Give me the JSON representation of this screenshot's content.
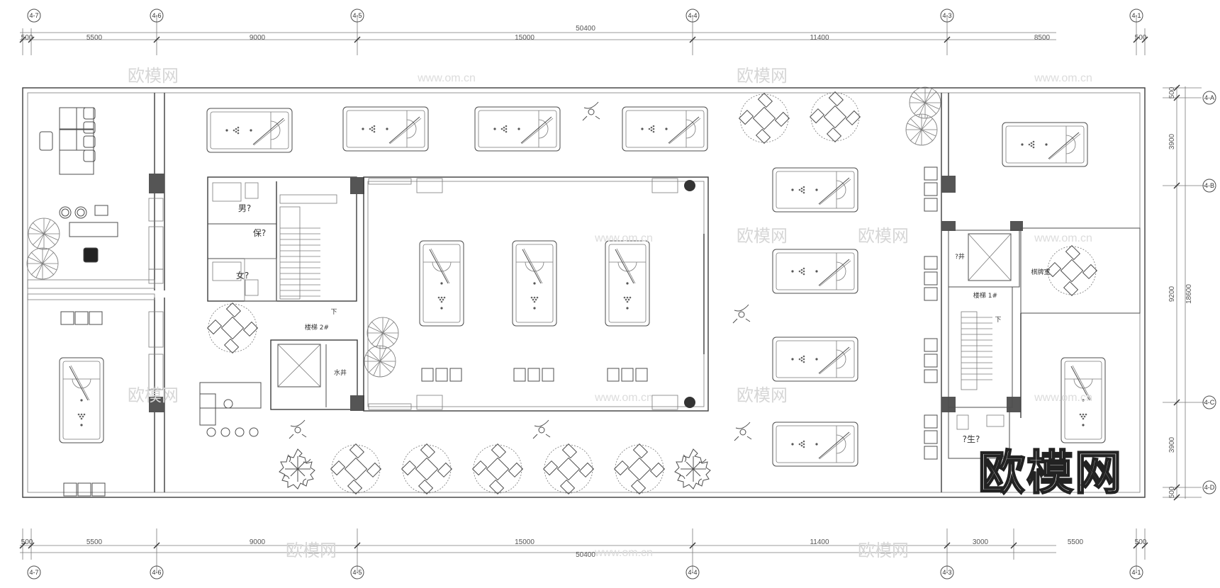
{
  "plan": {
    "top_dims": [
      "500",
      "5500",
      "9000",
      "15000",
      "11400",
      "8500",
      "500"
    ],
    "top_total": "50400",
    "bottom_dims": [
      "500",
      "5500",
      "9000",
      "15000",
      "11400",
      "3000",
      "5500",
      "500"
    ],
    "bottom_total": "50400",
    "right_dims": [
      "500",
      "3900",
      "9200",
      "3900",
      "500"
    ],
    "right_total": "18600",
    "axes_top": [
      "4-7",
      "4-6",
      "4-5",
      "4-4",
      "4-3",
      "4-1"
    ],
    "axes_bottom": [
      "4-7",
      "4-6",
      "4-5",
      "4-4",
      "4-3",
      "4-1"
    ],
    "axes_right": [
      "4-A",
      "4-B",
      "4-C",
      "4-D"
    ],
    "rooms": {
      "male": "男?",
      "female": "女?",
      "cleaning": "保?",
      "stair2": "楼梯 2#",
      "stair1": "楼梯 1#",
      "down1": "下",
      "down2": "下",
      "water_well": "水井",
      "shaft": "?井",
      "vip": "棋牌室",
      "toilet": "?生?"
    },
    "watermarks": {
      "brand": "欧模网",
      "url": "www.om.cn"
    },
    "logo": "欧模网"
  }
}
